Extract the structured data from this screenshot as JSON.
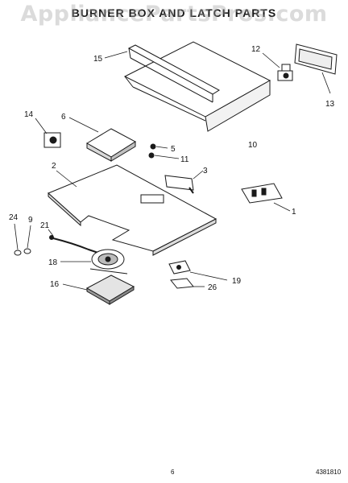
{
  "diagram": {
    "title": "BURNER BOX AND LATCH PARTS",
    "watermark": "AppliancePartsPros.com",
    "page_number": "6",
    "doc_number": "4381810"
  },
  "callouts": [
    "1",
    "2",
    "3",
    "5",
    "6",
    "9",
    "10",
    "11",
    "12",
    "13",
    "14",
    "15",
    "16",
    "18",
    "19",
    "21",
    "24",
    "26"
  ],
  "colors": {
    "ink": "#1a1a1a",
    "paper": "#ffffff",
    "watermark": "#a0a0a0"
  }
}
